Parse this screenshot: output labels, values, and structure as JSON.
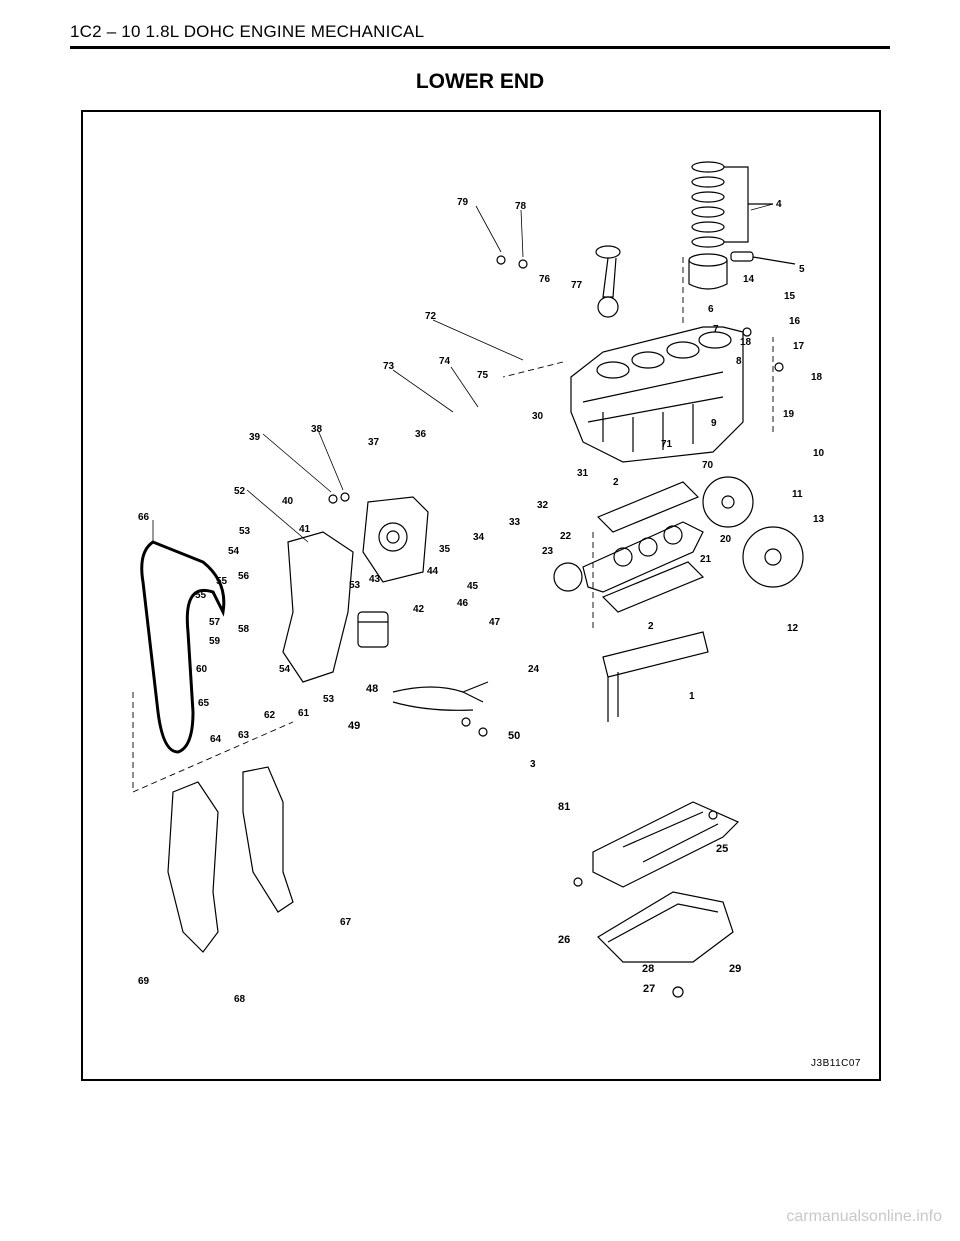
{
  "header": {
    "title": "1C2 – 10 1.8L DOHC ENGINE MECHANICAL"
  },
  "section": {
    "title": "LOWER END"
  },
  "figure": {
    "code": "J3B11C07",
    "callouts": [
      "79",
      "78",
      "76",
      "77",
      "4",
      "5",
      "6",
      "14",
      "15",
      "16",
      "17",
      "18",
      "18",
      "19",
      "72",
      "7",
      "8",
      "73",
      "74",
      "75",
      "30",
      "9",
      "71",
      "70",
      "10",
      "38",
      "39",
      "36",
      "37",
      "31",
      "2",
      "11",
      "52",
      "40",
      "32",
      "33",
      "34",
      "35",
      "13",
      "66",
      "53",
      "41",
      "22",
      "23",
      "21",
      "20",
      "54",
      "56",
      "55",
      "44",
      "45",
      "46",
      "47",
      "43",
      "42",
      "55",
      "57",
      "58",
      "53",
      "59",
      "54",
      "60",
      "12",
      "24",
      "2",
      "48",
      "65",
      "61",
      "62",
      "53",
      "49",
      "50",
      "64",
      "63",
      "1",
      "3",
      "81",
      "25",
      "67",
      "26",
      "28",
      "29",
      "27",
      "69",
      "68"
    ]
  },
  "watermark": "carmanualsonline.info"
}
